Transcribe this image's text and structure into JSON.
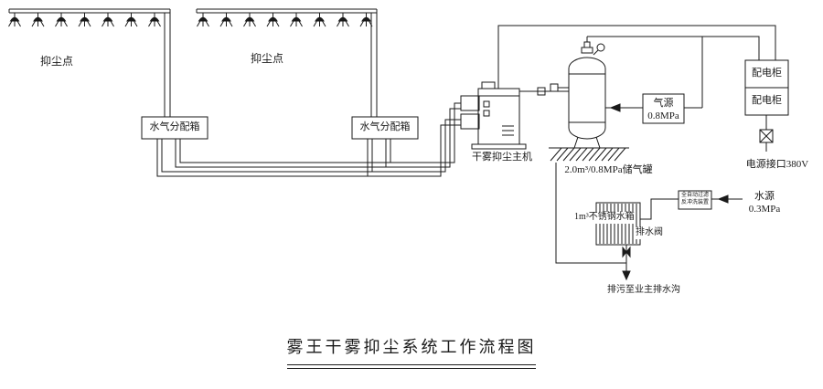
{
  "title": "雾王干雾抑尘系统工作流程图",
  "colors": {
    "ink": "#1a1a1a",
    "background": "#ffffff"
  },
  "diagram": {
    "nozzle_groups": [
      {
        "label": "抑尘点",
        "count": 7
      },
      {
        "label": "抑尘点",
        "count": 8
      }
    ],
    "components": {
      "dist_box_1": "水气分配箱",
      "dist_box_2": "水气分配箱",
      "main_unit": "干雾抑尘主机",
      "air_tank": "2.0m³/0.8MPa储气罐",
      "air_source_name": "气源",
      "air_source_pressure": "0.8MPa",
      "cabinet_1": "配电柜",
      "cabinet_2": "配电柜",
      "power_port": "电源接口380V",
      "water_source_name": "水源",
      "water_source_pressure": "0.3MPa",
      "filter_line1": "全自动过滤",
      "filter_line2": "反冲洗装置",
      "water_tank": "1m³不锈钢水箱",
      "drain_valve": "排水阀",
      "drain_note": "排污至业主排水沟"
    }
  }
}
